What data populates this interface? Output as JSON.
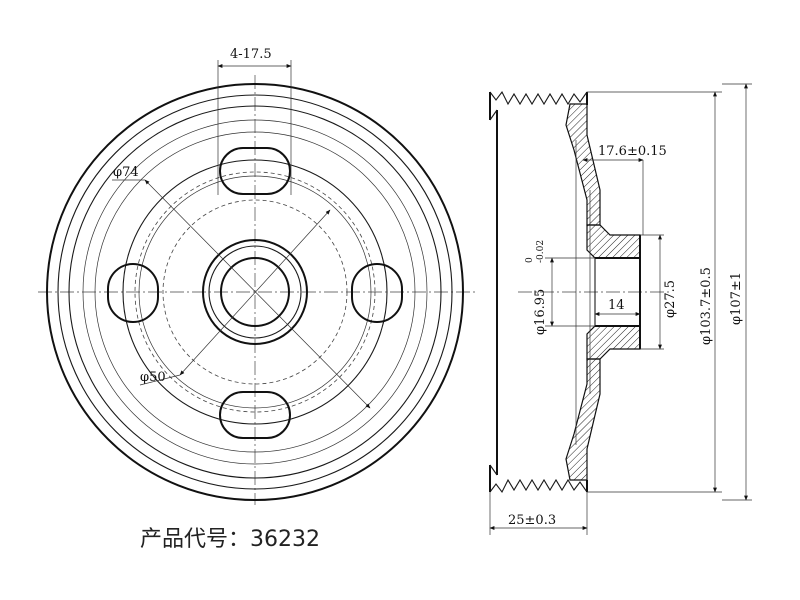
{
  "front_view": {
    "slot_dim": "4-17.5",
    "bolt_circle_dim": "φ74",
    "inner_dim": "φ50"
  },
  "side_view": {
    "hub_offset": "17.6±0.15",
    "bore_diameter": "φ16.95",
    "bore_tol_upper": "0",
    "bore_tol_lower": "-0.02",
    "hub_length": "14",
    "hub_diameter": "φ27.5",
    "groove_diameter": "φ103.7±0.5",
    "outer_diameter": "φ107±1",
    "width": "25±0.3"
  },
  "caption": {
    "label": "产品代号：",
    "code": "36232"
  }
}
